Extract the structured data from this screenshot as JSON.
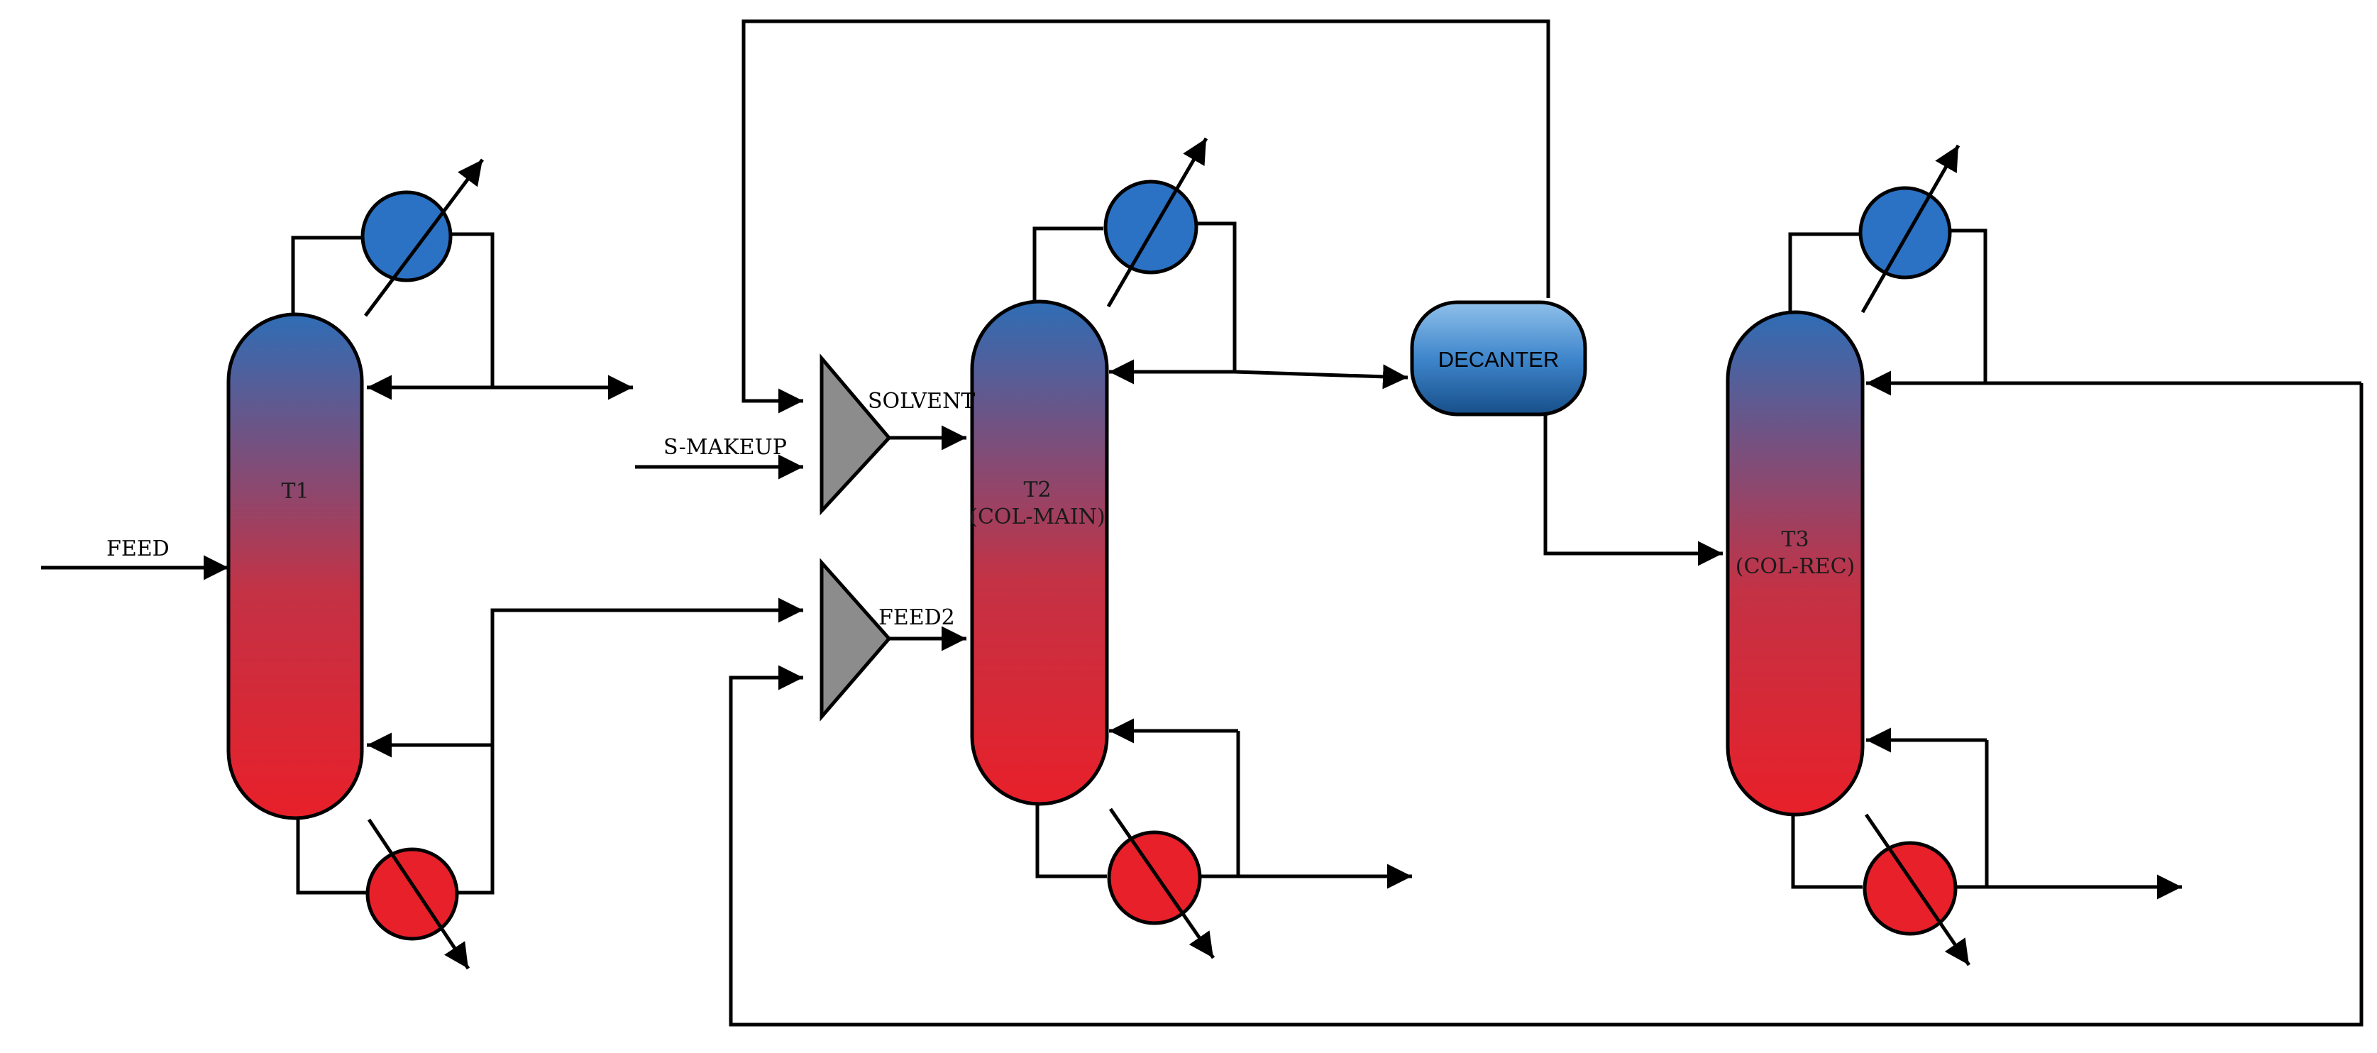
{
  "columns": {
    "t1": {
      "name": "T1"
    },
    "t2": {
      "name": "T2",
      "sub": "(COL-MAIN)"
    },
    "t3": {
      "name": "T3",
      "sub": "(COL-REC)"
    }
  },
  "streams": {
    "feed": "FEED",
    "s_makeup": "S-MAKEUP",
    "solvent": "SOLVENT",
    "feed2": "FEED2"
  },
  "decanter": {
    "label": "DECANTER"
  },
  "colors": {
    "column_top": "#2f6db5",
    "column_bottom": "#e8202a",
    "condenser": "#2b72c4",
    "reboiler": "#e8202a",
    "mixer": "#8c8c8c",
    "decanter_top": "#6fa8dc",
    "decanter_bottom": "#1f5a99"
  }
}
